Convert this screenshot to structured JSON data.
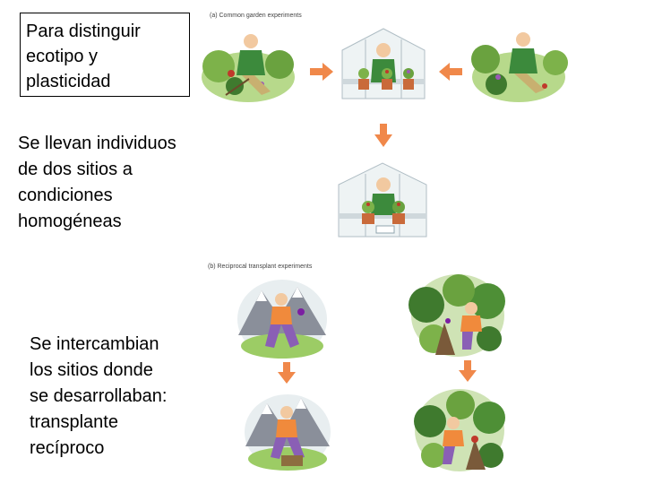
{
  "texts": {
    "title_box": "Para distinguir\necotipo y\nplasticidad",
    "homogeneous": "Se llevan individuos\nde dos sitios a\ncondiciones\nhomogéneas",
    "reciprocal": "Se intercambian\nlos sitios donde\nse desarrollaban:\ntransplante\nrecíproco"
  },
  "captions": {
    "a": "(a) Common garden experiments",
    "b": "(b) Reciprocal transplant experiments"
  },
  "colors": {
    "arrow": "#f0884a",
    "foliage": "#7db24a",
    "dark_foliage": "#3f7a2e",
    "shirt_a": "#3c8a3c",
    "shirt_b": "#f08a3c",
    "pants_b": "#8a5fb5",
    "mountain": "#8a8f9a",
    "snow": "#ffffff",
    "skin": "#f2c9a0",
    "greenhouse": "#cfd8dc",
    "pot": "#c96a3a"
  }
}
